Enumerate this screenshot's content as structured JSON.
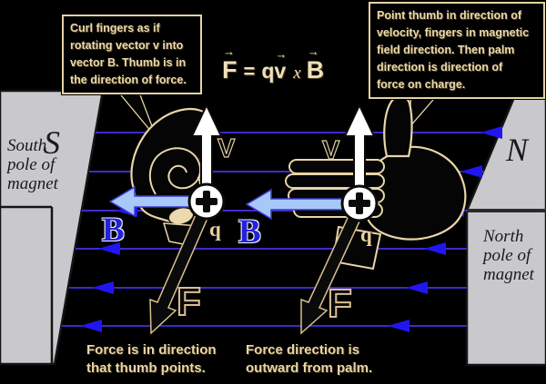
{
  "figure": {
    "type": "physics-diagram",
    "topic": "Right-hand rule for magnetic force on a moving charge"
  },
  "formula": {
    "F": "F",
    "eq": "=",
    "q": "q",
    "v": "v",
    "cross": "x",
    "B": "B"
  },
  "icons": {
    "vector_arrow": "→"
  },
  "callouts": {
    "left": {
      "lines": [
        "Curl fingers as if",
        "rotating vector v into",
        "vector B. Thumb is in",
        "the direction of force."
      ]
    },
    "right": {
      "lines": [
        "Point thumb in direction of",
        "velocity, fingers in magnetic",
        "field direction. Then palm",
        "direction is direction of",
        "force on charge."
      ]
    }
  },
  "magnets": {
    "left": {
      "symbol": "S",
      "lines": [
        "South",
        "pole of",
        "magnet"
      ]
    },
    "right": {
      "symbol": "N",
      "lines": [
        "North",
        "pole of",
        "magnet"
      ]
    }
  },
  "labels": {
    "velocity": "V",
    "field": "B",
    "force": "F",
    "charge": "q",
    "charge_sign": "+"
  },
  "captions": {
    "left": {
      "lines": [
        "Force is in direction",
        "that thumb points."
      ]
    },
    "right": {
      "lines": [
        "Force direction is",
        "outward from palm."
      ]
    }
  },
  "colors": {
    "background": "#000000",
    "magnet_gray": "#c9c9cd",
    "field_line": "#4a2fe8",
    "field_arrowhead": "#2216f0",
    "b_arrow_fill": "#a8c8f8",
    "cream_text": "#ead9ae",
    "b_label_blue": "#2222dd"
  }
}
